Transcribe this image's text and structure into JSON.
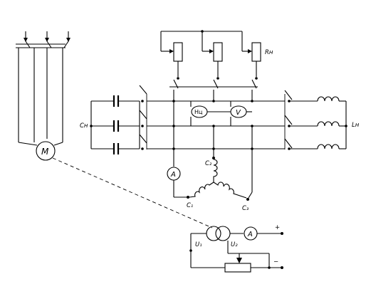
{
  "labels": {
    "motor": "M",
    "capacitor_bank": "Cн",
    "load_resistors": "Rн",
    "load_inductors": "Lн",
    "frequency_meter": "Нц",
    "voltmeter": "V",
    "ammeter_stator": "A",
    "ammeter_excitation": "A",
    "terminal_c1": "C₁",
    "terminal_c2": "C₂",
    "terminal_c3": "C₃",
    "terminal_u1": "U₁",
    "terminal_u2": "U₂",
    "plus_sign": "+",
    "minus_sign": "−"
  }
}
